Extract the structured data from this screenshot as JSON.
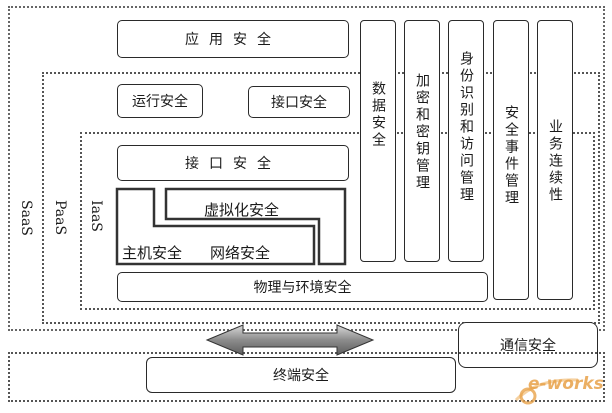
{
  "layers": {
    "saas": "SaaS",
    "paas": "PaaS",
    "iaas": "IaaS"
  },
  "boxes": {
    "app_security": "应用安全",
    "runtime_security": "运行安全",
    "interface_security_paas": "接口安全",
    "interface_security_iaas": "接口安全",
    "virtualization_security": "虚拟化安全",
    "host_security": "主机安全",
    "network_security": "网络安全",
    "physical_env_security": "物理与环境安全",
    "comm_security": "通信安全",
    "terminal_security": "终端安全"
  },
  "columns": [
    "数据安全",
    "加密和密钥管理",
    "身份识别和访问管理",
    "安全事件管理",
    "业务连续性"
  ],
  "watermark": "e-works"
}
